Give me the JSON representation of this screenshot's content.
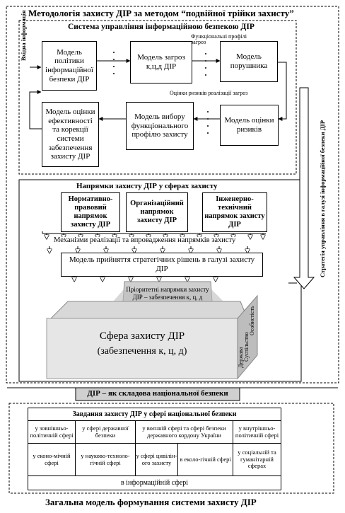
{
  "main_title": "Методологія захисту ДІР за методом “подвійної трійки захисту”",
  "ims": {
    "title": "Система управління інформаційною безпекою ДІР",
    "input_label": "Вхідна інформація",
    "func_profile_label": "Функціональні профілі загроз",
    "risk_label": "Оцінки ризиків реалізації загроз",
    "models": {
      "policy": "Модель політики інформаційної безпеки ДІР",
      "threats": "Модель загроз к,ц,д ДІР",
      "violator": "Модель порушника",
      "efficiency": "Модель оцінки ефективності та корекції системи забезпечення захисту ДІР",
      "profile_choice": "Модель вибору функціонального профілю захисту",
      "risk": "Модель оцінки ризиків"
    }
  },
  "directions": {
    "title": "Напрямки захисту ДІР у сферах захисту",
    "normative": "Нормативно-правовий напрямок захисту ДІР",
    "organizational": "Організаційний напрямок захисту ДІР",
    "engineering": "Інженерно-технічний напрямок захисту ДІР",
    "mechanisms": "Механізми реалізації та впровадження напрямків захисту",
    "decision": "Модель прийняття стратегічних рішень в галузі захисту ДІР"
  },
  "strategy_label": "Стратегія управління в галузі інформаційної безпеки ДІР",
  "priority": "Пріоритетні напрямки захисту ДІР – забезпечення к, ц, д",
  "sphere_main": "Сфера захисту ДІР",
  "sphere_sub": "(забезпечення к, ц, д)",
  "side_state": "Держава",
  "side_society": "Суспільство",
  "side_person": "Особистість",
  "component_label": "ДІР – як складова національної безпеки",
  "tasks": {
    "title": "Завдання захисту ДІР у сфері національної безпеки",
    "row1": [
      "у зовнішньо-політичній сфері",
      "у сфері державної безпеки",
      "у воєнній сфері та сфері безпеки державного кордону України",
      "у внутрішньо-політичній сфері"
    ],
    "row2": [
      "у еконо-мічній сфері",
      "у науково-техноло-гічній сфері",
      "у сфері цивілін-ого захисту",
      "в еколо-гічній сфері",
      "у соціальній та гуманітарній сферах"
    ],
    "bottom": "в інформаційній сфері"
  },
  "footer_title": "Загальна модель формування системи захисту ДІР",
  "dots": "·  ·  ·"
}
